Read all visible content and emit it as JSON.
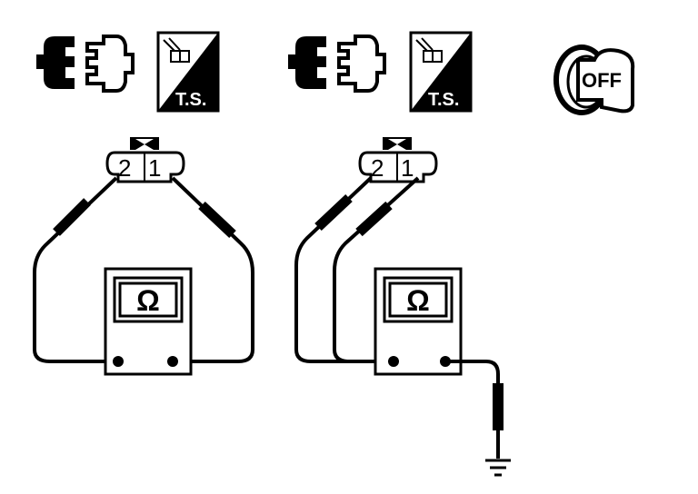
{
  "icons": {
    "connector_icon": "disconnect-connector-icon",
    "ts_label": "T.S.",
    "ignition_key_label": "OFF"
  },
  "left_test": {
    "pin_labels": [
      "2",
      "1"
    ],
    "meter_symbol": "Ω"
  },
  "right_test": {
    "pin_labels": [
      "2",
      "1"
    ],
    "meter_symbol": "Ω"
  },
  "colors": {
    "ink": "#000000",
    "paper": "#ffffff"
  }
}
